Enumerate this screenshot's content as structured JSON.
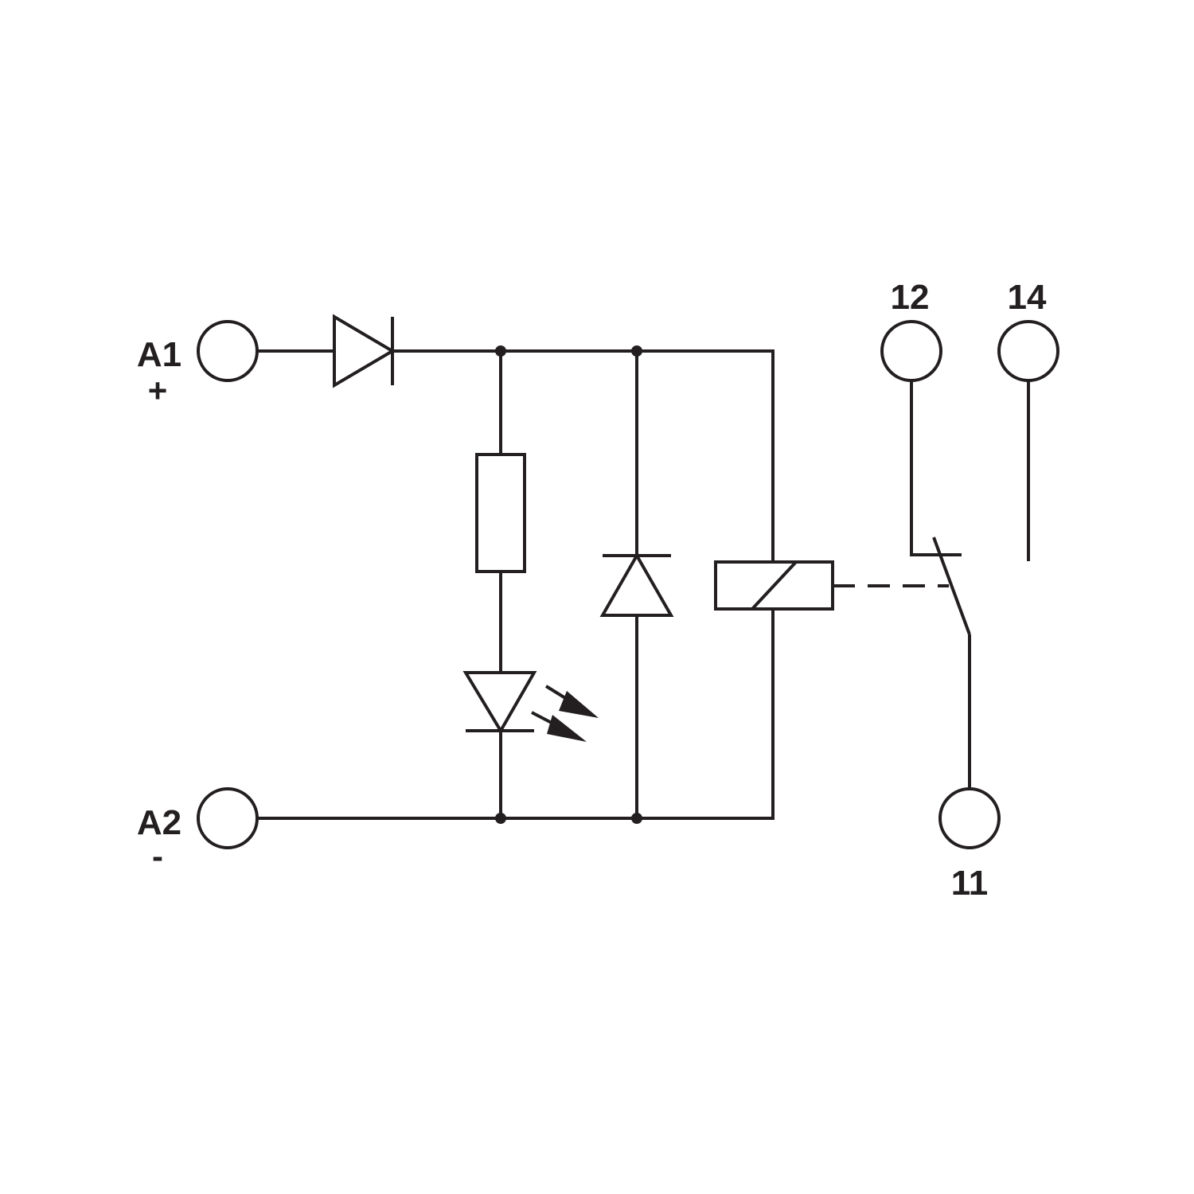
{
  "terminals": {
    "a1": {
      "label": "A1",
      "polarity": "+"
    },
    "a2": {
      "label": "A2",
      "polarity": "-"
    },
    "t11": {
      "label": "11"
    },
    "t12": {
      "label": "12"
    },
    "t14": {
      "label": "14"
    }
  },
  "colors": {
    "line": "#231f20",
    "background": "#ffffff"
  }
}
